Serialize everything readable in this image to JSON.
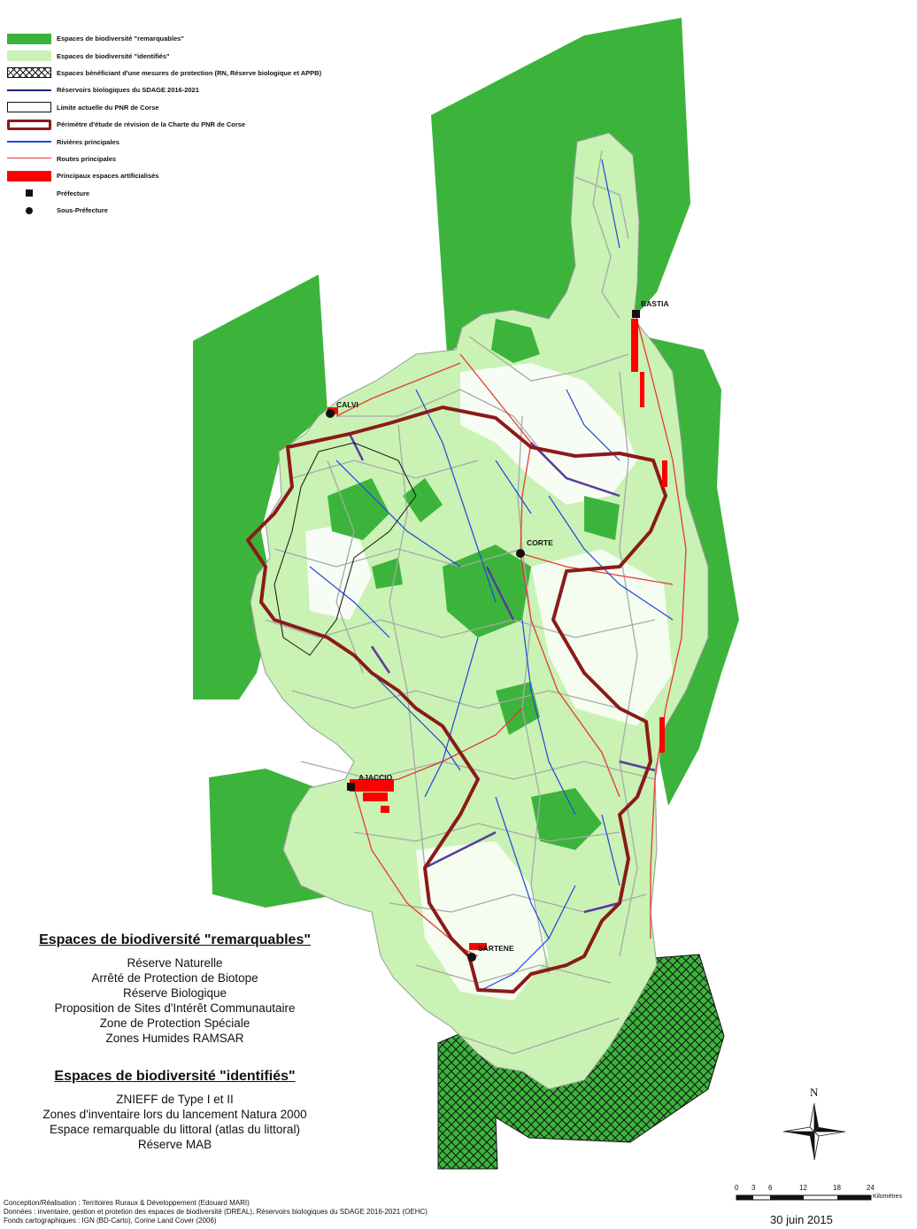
{
  "legend": {
    "items": [
      {
        "label": "Espaces de biodiversité  \"remarquables\"",
        "symbol": "green-fill"
      },
      {
        "label": "Espaces de biodiversité \"identifiés\"",
        "symbol": "lightgreen-fill"
      },
      {
        "label": "Espaces bénéficiant d'une mesures de protection (RN, Réserve biologique et APPB)",
        "symbol": "hatch"
      },
      {
        "label": "Réservoirs biologiques du SDAGE 2016-2021",
        "symbol": "navy-line"
      },
      {
        "label": "Limite actuelle du PNR de Corse",
        "symbol": "black-outline"
      },
      {
        "label": "Périmètre d'étude de révision de la Charte du PNR de Corse",
        "symbol": "red-outline"
      },
      {
        "label": "Rivières principales",
        "symbol": "blue-line"
      },
      {
        "label": "Routes principales",
        "symbol": "red-line"
      },
      {
        "label": "Principaux espaces artificialisés",
        "symbol": "red-fill"
      },
      {
        "label": "Préfecture",
        "symbol": "square"
      },
      {
        "label": "Sous-Préfecture",
        "symbol": "dot"
      }
    ]
  },
  "cities": {
    "bastia": "BASTIA",
    "calvi": "CALVI",
    "corte": "CORTE",
    "ajaccio": "AJACCIO",
    "sartene": "SARTENE"
  },
  "remarquables": {
    "heading": "Espaces de biodiversité \"remarquables\"",
    "items": [
      "Réserve Naturelle",
      "Arrêté de Protection de Biotope",
      "Réserve Biologique",
      "Proposition de Sites d'Intérêt Communautaire",
      "Zone de Protection Spéciale",
      "Zones Humides RAMSAR"
    ]
  },
  "identifies": {
    "heading": "Espaces de biodiversité \"identifiés\"",
    "items": [
      "ZNIEFF de Type I et II",
      "Zones d'inventaire lors du lancement Natura 2000",
      "Espace remarquable du littoral (atlas du littoral)",
      "Réserve MAB"
    ]
  },
  "compass": {
    "north": "N"
  },
  "scale": {
    "ticks": [
      "0",
      "3",
      "6",
      "12",
      "18",
      "24"
    ],
    "unit": "Kilomètres"
  },
  "credits": {
    "line1": "Conception/Réalisation : Territoires Ruraux & Développement (Edouard MARI)",
    "line2": "Données : inventaire, gestion et protetion des espaces de biodiversité (DREAL), Réservoirs biologiques du SDAGE 2016-2021 (OEHC)",
    "line3": "Fonds cartographiques : IGN (BD-Carto), Corine Land Cover (2006)"
  },
  "date": "30 juin 2015"
}
